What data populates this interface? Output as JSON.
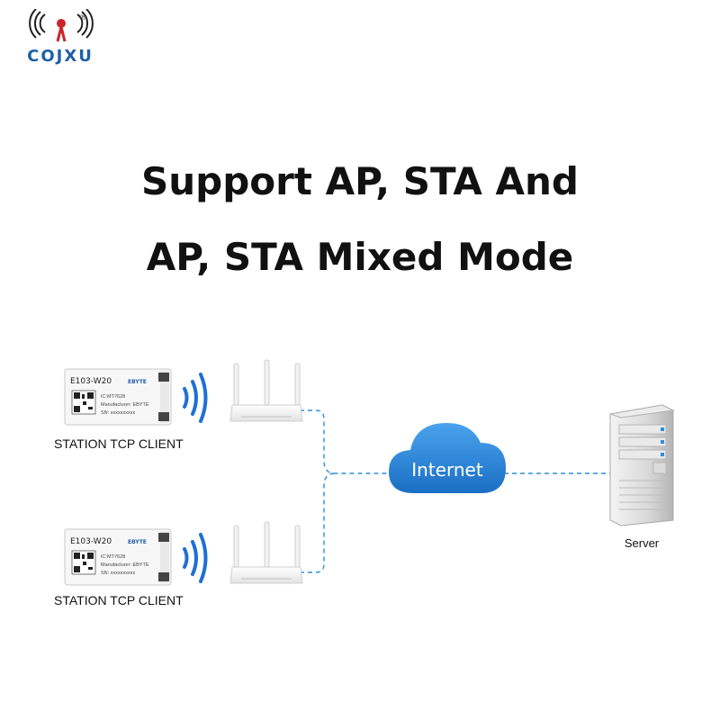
{
  "brand": {
    "name": "COJXU",
    "mark": "®"
  },
  "headline": {
    "line1": "Support AP, STA And",
    "line2": "AP, STA Mixed Mode"
  },
  "modules": [
    {
      "model": "E103-W20",
      "ic": "IC:MT7628",
      "maker": "Manufacturer: EBYTE",
      "sn": "SN: xxxxxxxxxx",
      "logo": "EBYTE",
      "caption": "STATION TCP CLIENT"
    },
    {
      "model": "E103-W20",
      "ic": "IC:MT7628",
      "maker": "Manufacturer: EBYTE",
      "sn": "SN: xxxxxxxxxx",
      "logo": "EBYTE",
      "caption": "STATION TCP CLIENT"
    }
  ],
  "cloud": {
    "label": "Internet",
    "color": "#2a86dc"
  },
  "server": {
    "label": "Server"
  },
  "colors": {
    "link": "#2f8fd8",
    "brand": "#1f5fa8",
    "wifi": "#1f6fd6"
  },
  "icons": [
    "antenna-icon",
    "wifi-signal-icon",
    "router-icon",
    "cloud-icon",
    "server-icon",
    "qr-code-icon"
  ]
}
